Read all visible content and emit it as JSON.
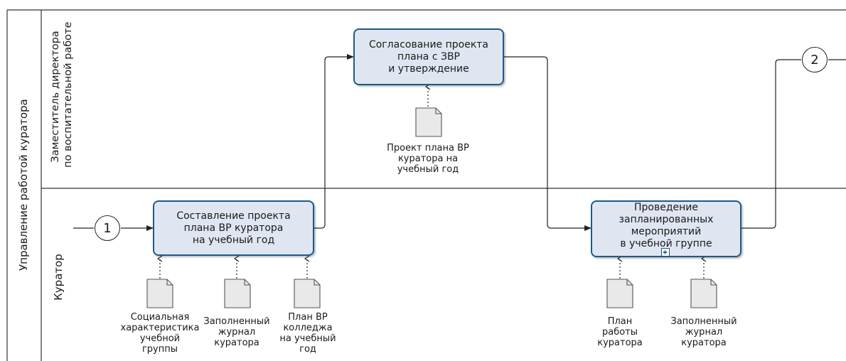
{
  "pool": {
    "label": "Управление работой куратора"
  },
  "lanes": [
    {
      "id": "lane-zam",
      "label_line1": "Заместитель директора",
      "label_line2": "по воспитательной работе"
    },
    {
      "id": "lane-kurator",
      "label": "Куратор"
    }
  ],
  "events": {
    "start": "1",
    "link_out": "2"
  },
  "tasks": {
    "draft_plan": "Составление проекта\nплана ВР куратора\nна  учебный год",
    "approve_plan": "Согласование проекта\nплана с  ЗВР\nи  утверждение",
    "conduct_events": "Проведение\nзапланированных\nмероприятий\nв учебной  группе"
  },
  "documents": {
    "social_char": "Социальная\nхарактеристика\nучебной\nгруппы",
    "journal_1": "Заполненный\nжурнал\nкуратора",
    "college_plan": "План ВР\nколледжа\nна  учебный\nгод",
    "draft_doc": "Проект плана ВР\nкуратора на\nучебный год",
    "work_plan": "План\nработы\nкуратора",
    "journal_2": "Заполненный\nжурнал\nкуратора"
  },
  "colors": {
    "task_fill": "#dfe6f1",
    "task_border": "#1f5a8a",
    "doc_fill": "#e9e9e9",
    "line": "#222222"
  }
}
